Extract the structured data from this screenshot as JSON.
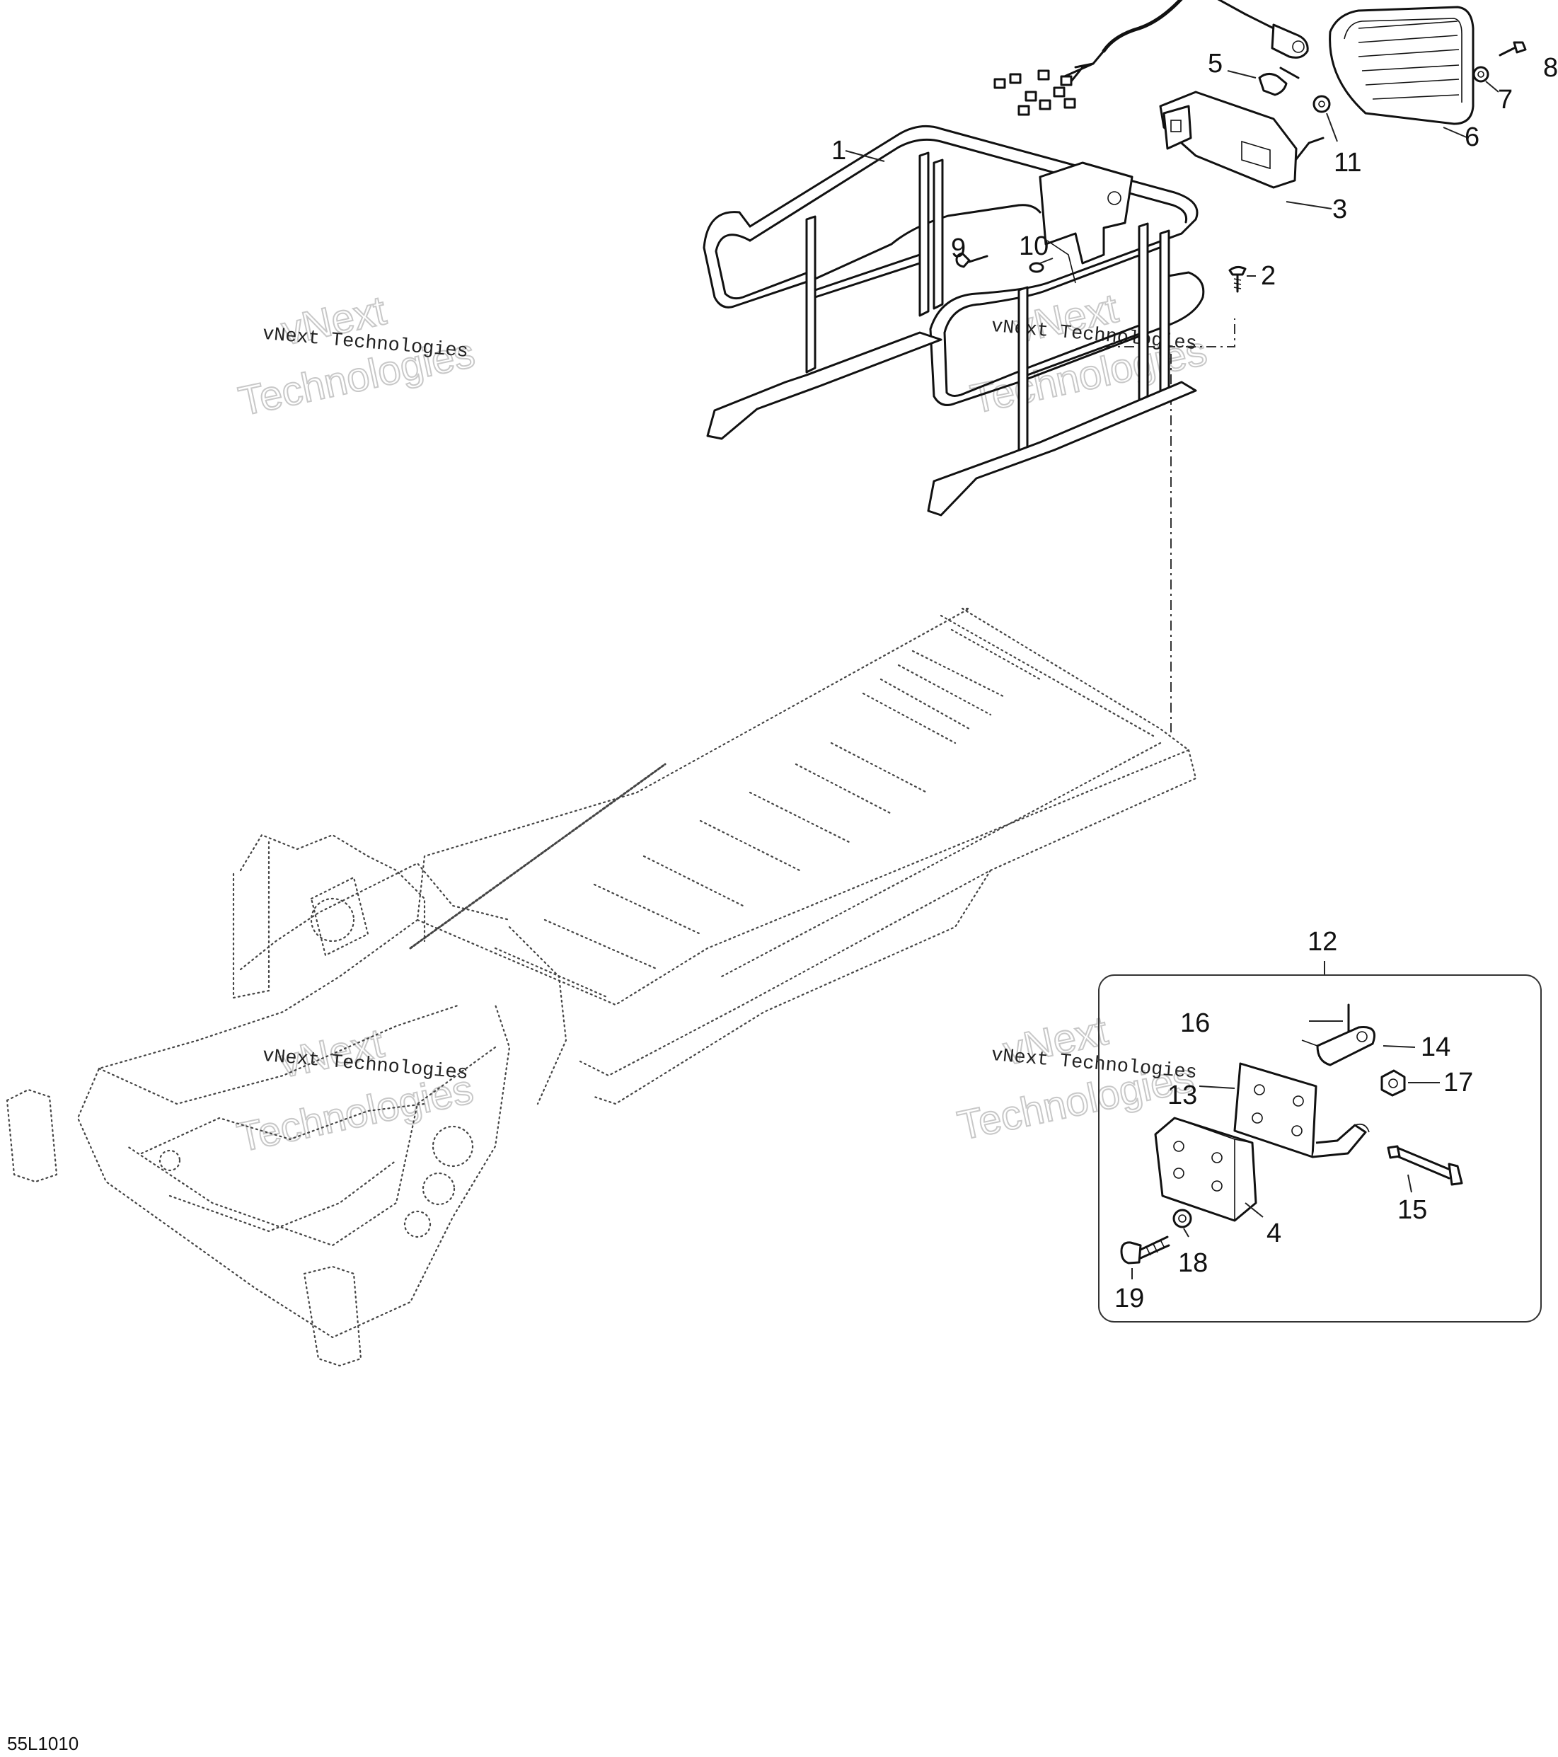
{
  "diagram": {
    "reference_code": "55L1010",
    "callouts": [
      "1",
      "2",
      "3",
      "4",
      "5",
      "6",
      "7",
      "8",
      "9",
      "10",
      "11",
      "12",
      "13",
      "14",
      "15",
      "16",
      "17",
      "18",
      "19"
    ],
    "watermark": {
      "line_small": "vNext Technologies",
      "line_big_1": "vNext",
      "line_big_2": "Technologies"
    }
  }
}
